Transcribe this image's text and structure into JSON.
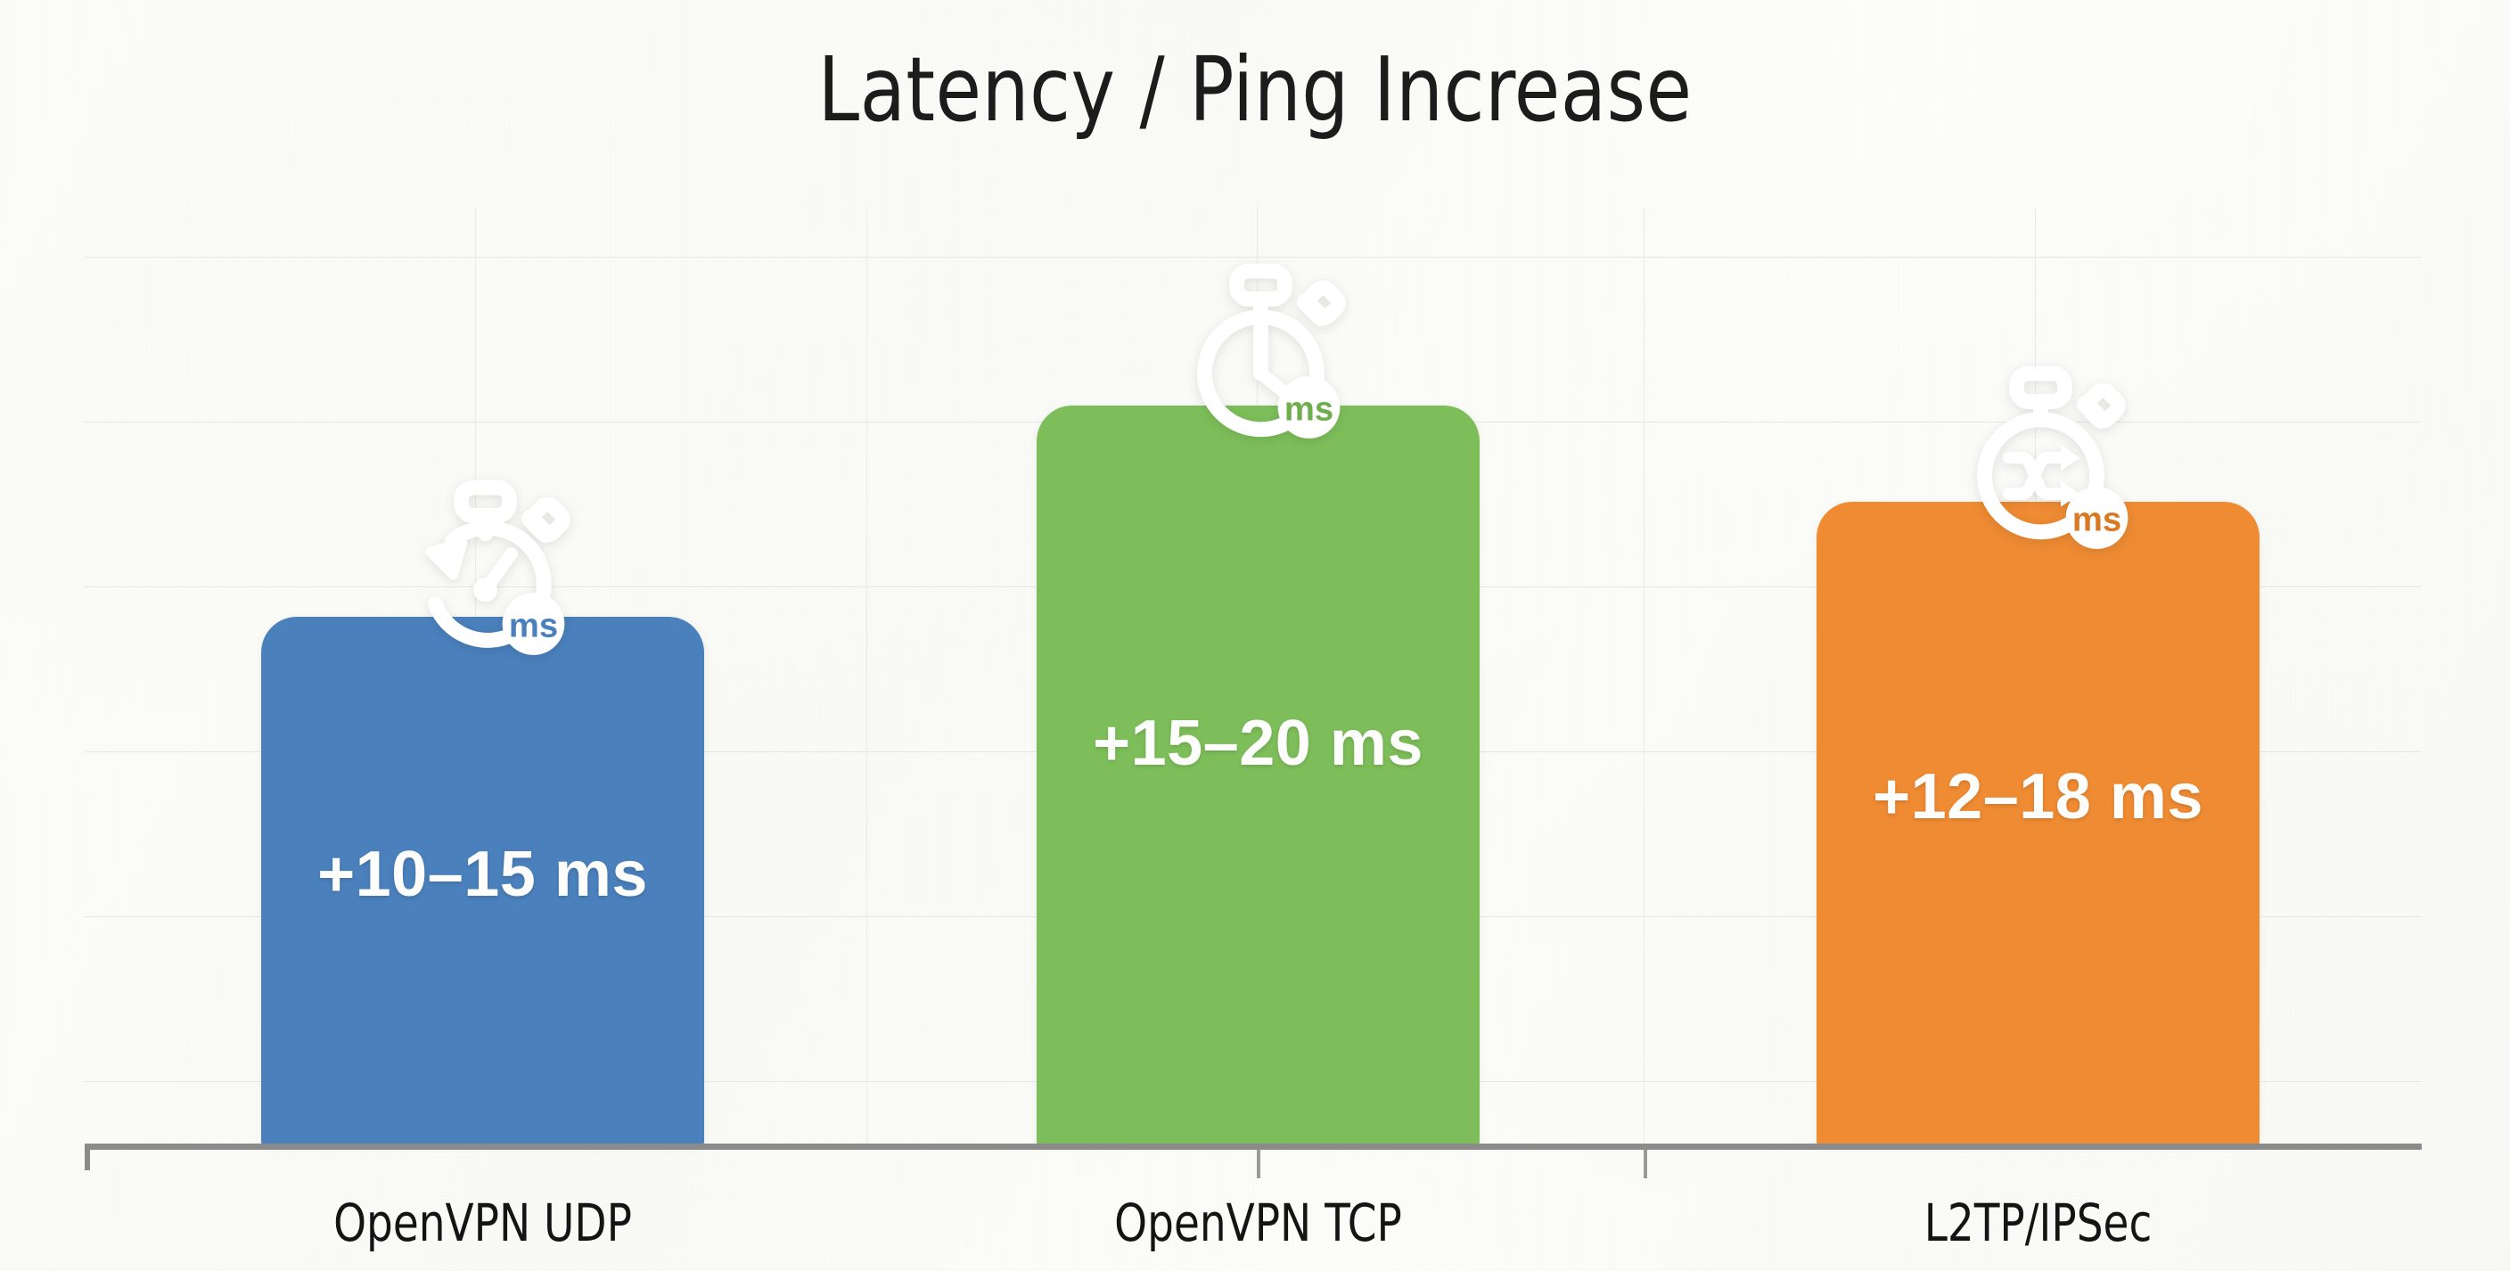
{
  "chart_data": {
    "type": "bar",
    "title": "Latency / Ping Increase",
    "xlabel": "",
    "ylabel": "",
    "categories": [
      "OpenVPN UDP",
      "OpenVPN TCP",
      "L2TP/IPSec"
    ],
    "values": [
      12.5,
      17.5,
      15
    ],
    "value_labels": [
      "+10–15 ms",
      "+15–20 ms",
      "+12–18 ms"
    ],
    "value_ranges": [
      [
        10,
        15
      ],
      [
        15,
        20
      ],
      [
        12,
        18
      ]
    ],
    "unit": "ms",
    "colors": [
      "#4a81bd",
      "#7dbe5a",
      "#ef8b33"
    ],
    "grid": true,
    "legend": "none",
    "axis_ticks_labeled": false,
    "bar_icons": [
      {
        "name": "stopwatch-refresh-icon",
        "badge": "ms"
      },
      {
        "name": "stopwatch-clock-icon",
        "badge": "ms"
      },
      {
        "name": "stopwatch-shuffle-icon",
        "badge": "ms"
      }
    ]
  },
  "chart": {
    "title": "Latency / Ping Increase",
    "bars": [
      {
        "category": "OpenVPN UDP",
        "value_label": "+10–15 ms",
        "color": "#4a81bd",
        "icon": "stopwatch-refresh-icon",
        "badge": "ms"
      },
      {
        "category": "OpenVPN TCP",
        "value_label": "+15–20 ms",
        "color": "#7dbe5a",
        "icon": "stopwatch-clock-icon",
        "badge": "ms"
      },
      {
        "category": "L2TP/IPSec",
        "value_label": "+12–18 ms",
        "color": "#ef8b33",
        "icon": "stopwatch-shuffle-icon",
        "badge": "ms"
      }
    ]
  }
}
